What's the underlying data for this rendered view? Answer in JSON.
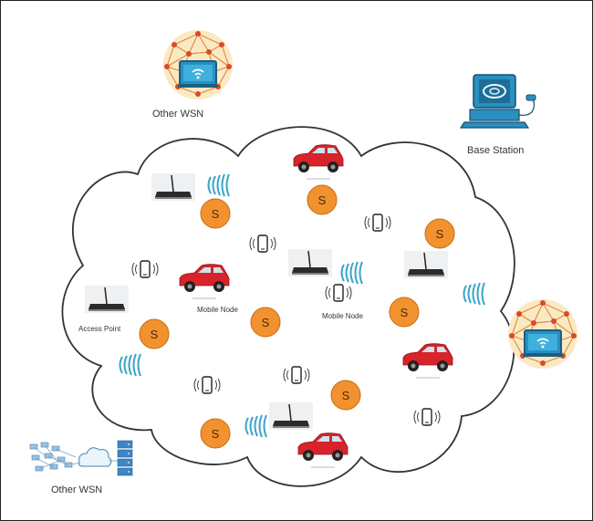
{
  "labels": {
    "other_wsn_top": "Other WSN",
    "base_station": "Base Station",
    "other_wsn_bottom": "Other WSN",
    "access_point": "Access Point",
    "mobile_node_left": "Mobile Node",
    "mobile_node_center": "Mobile Node"
  },
  "sensor_letter": "S",
  "colors": {
    "sensor_fill": "#f2922f",
    "sensor_stroke": "#c76a13",
    "car_body": "#d8232a",
    "mesh_bg": "#fbe9c4",
    "mesh_line": "#e0883a",
    "monitor_blue": "#2a8fc1",
    "signal_blue": "#3aa3c9",
    "cloud_stroke": "#333333"
  },
  "icons": [
    "mesh-globe-icon",
    "computer-terminal-icon",
    "router-icon",
    "car-icon",
    "smartphone-icon",
    "sensor-node-icon",
    "signal-wave-icon",
    "network-topology-icon"
  ]
}
